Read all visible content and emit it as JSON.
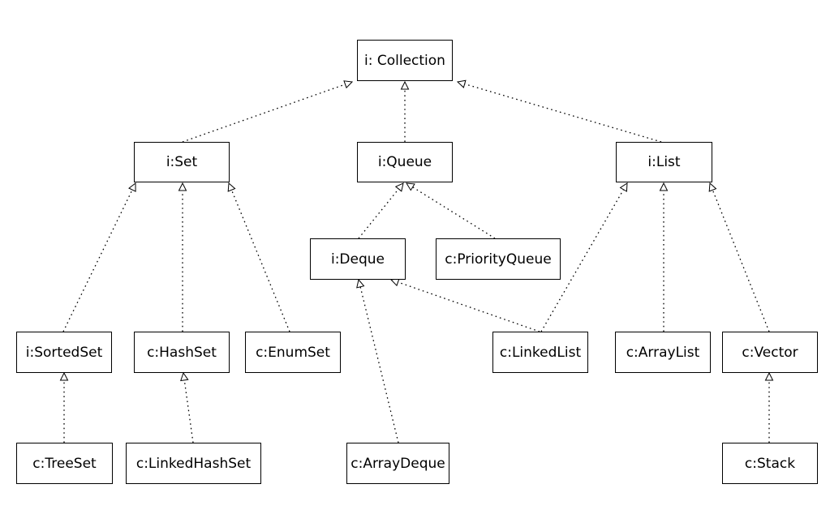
{
  "nodes": {
    "collection": "i: Collection",
    "set": "i:Set",
    "queue": "i:Queue",
    "list": "i:List",
    "deque": "i:Deque",
    "priorityqueue": "c:PriorityQueue",
    "sortedset": "i:SortedSet",
    "hashset": "c:HashSet",
    "enumset": "c:EnumSet",
    "linkedlist": "c:LinkedList",
    "arraylist": "c:ArrayList",
    "vector": "c:Vector",
    "treeset": "c:TreeSet",
    "linkedhashset": "c:LinkedHashSet",
    "arraydeque": "c:ArrayDeque",
    "stack": "c:Stack"
  },
  "edges": [
    {
      "from": "set",
      "to": "collection"
    },
    {
      "from": "queue",
      "to": "collection"
    },
    {
      "from": "list",
      "to": "collection"
    },
    {
      "from": "sortedset",
      "to": "set"
    },
    {
      "from": "hashset",
      "to": "set"
    },
    {
      "from": "enumset",
      "to": "set"
    },
    {
      "from": "deque",
      "to": "queue"
    },
    {
      "from": "priorityqueue",
      "to": "queue"
    },
    {
      "from": "linkedlist",
      "to": "list"
    },
    {
      "from": "arraylist",
      "to": "list"
    },
    {
      "from": "vector",
      "to": "list"
    },
    {
      "from": "linkedlist",
      "to": "deque"
    },
    {
      "from": "arraydeque",
      "to": "deque"
    },
    {
      "from": "treeset",
      "to": "sortedset"
    },
    {
      "from": "linkedhashset",
      "to": "hashset"
    },
    {
      "from": "stack",
      "to": "vector"
    }
  ]
}
